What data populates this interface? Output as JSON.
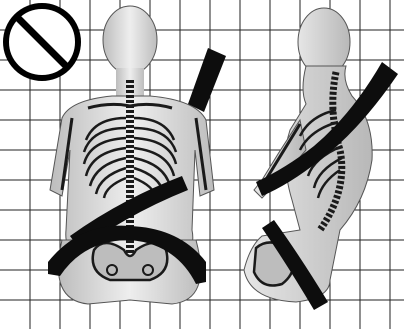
{
  "figure": {
    "subject": "seat-belt-incorrect-use-illustration",
    "views": [
      "front-view",
      "side-view"
    ],
    "prohibition_symbol": "no-symbol-icon"
  },
  "colors": {
    "background": "#ffffff",
    "grid": "#222222",
    "body_fill": "#d8d8d8",
    "body_stroke": "#555555",
    "skeleton": "#1a1a1a",
    "belt": "#0d0d0d",
    "symbol": "#000000"
  }
}
